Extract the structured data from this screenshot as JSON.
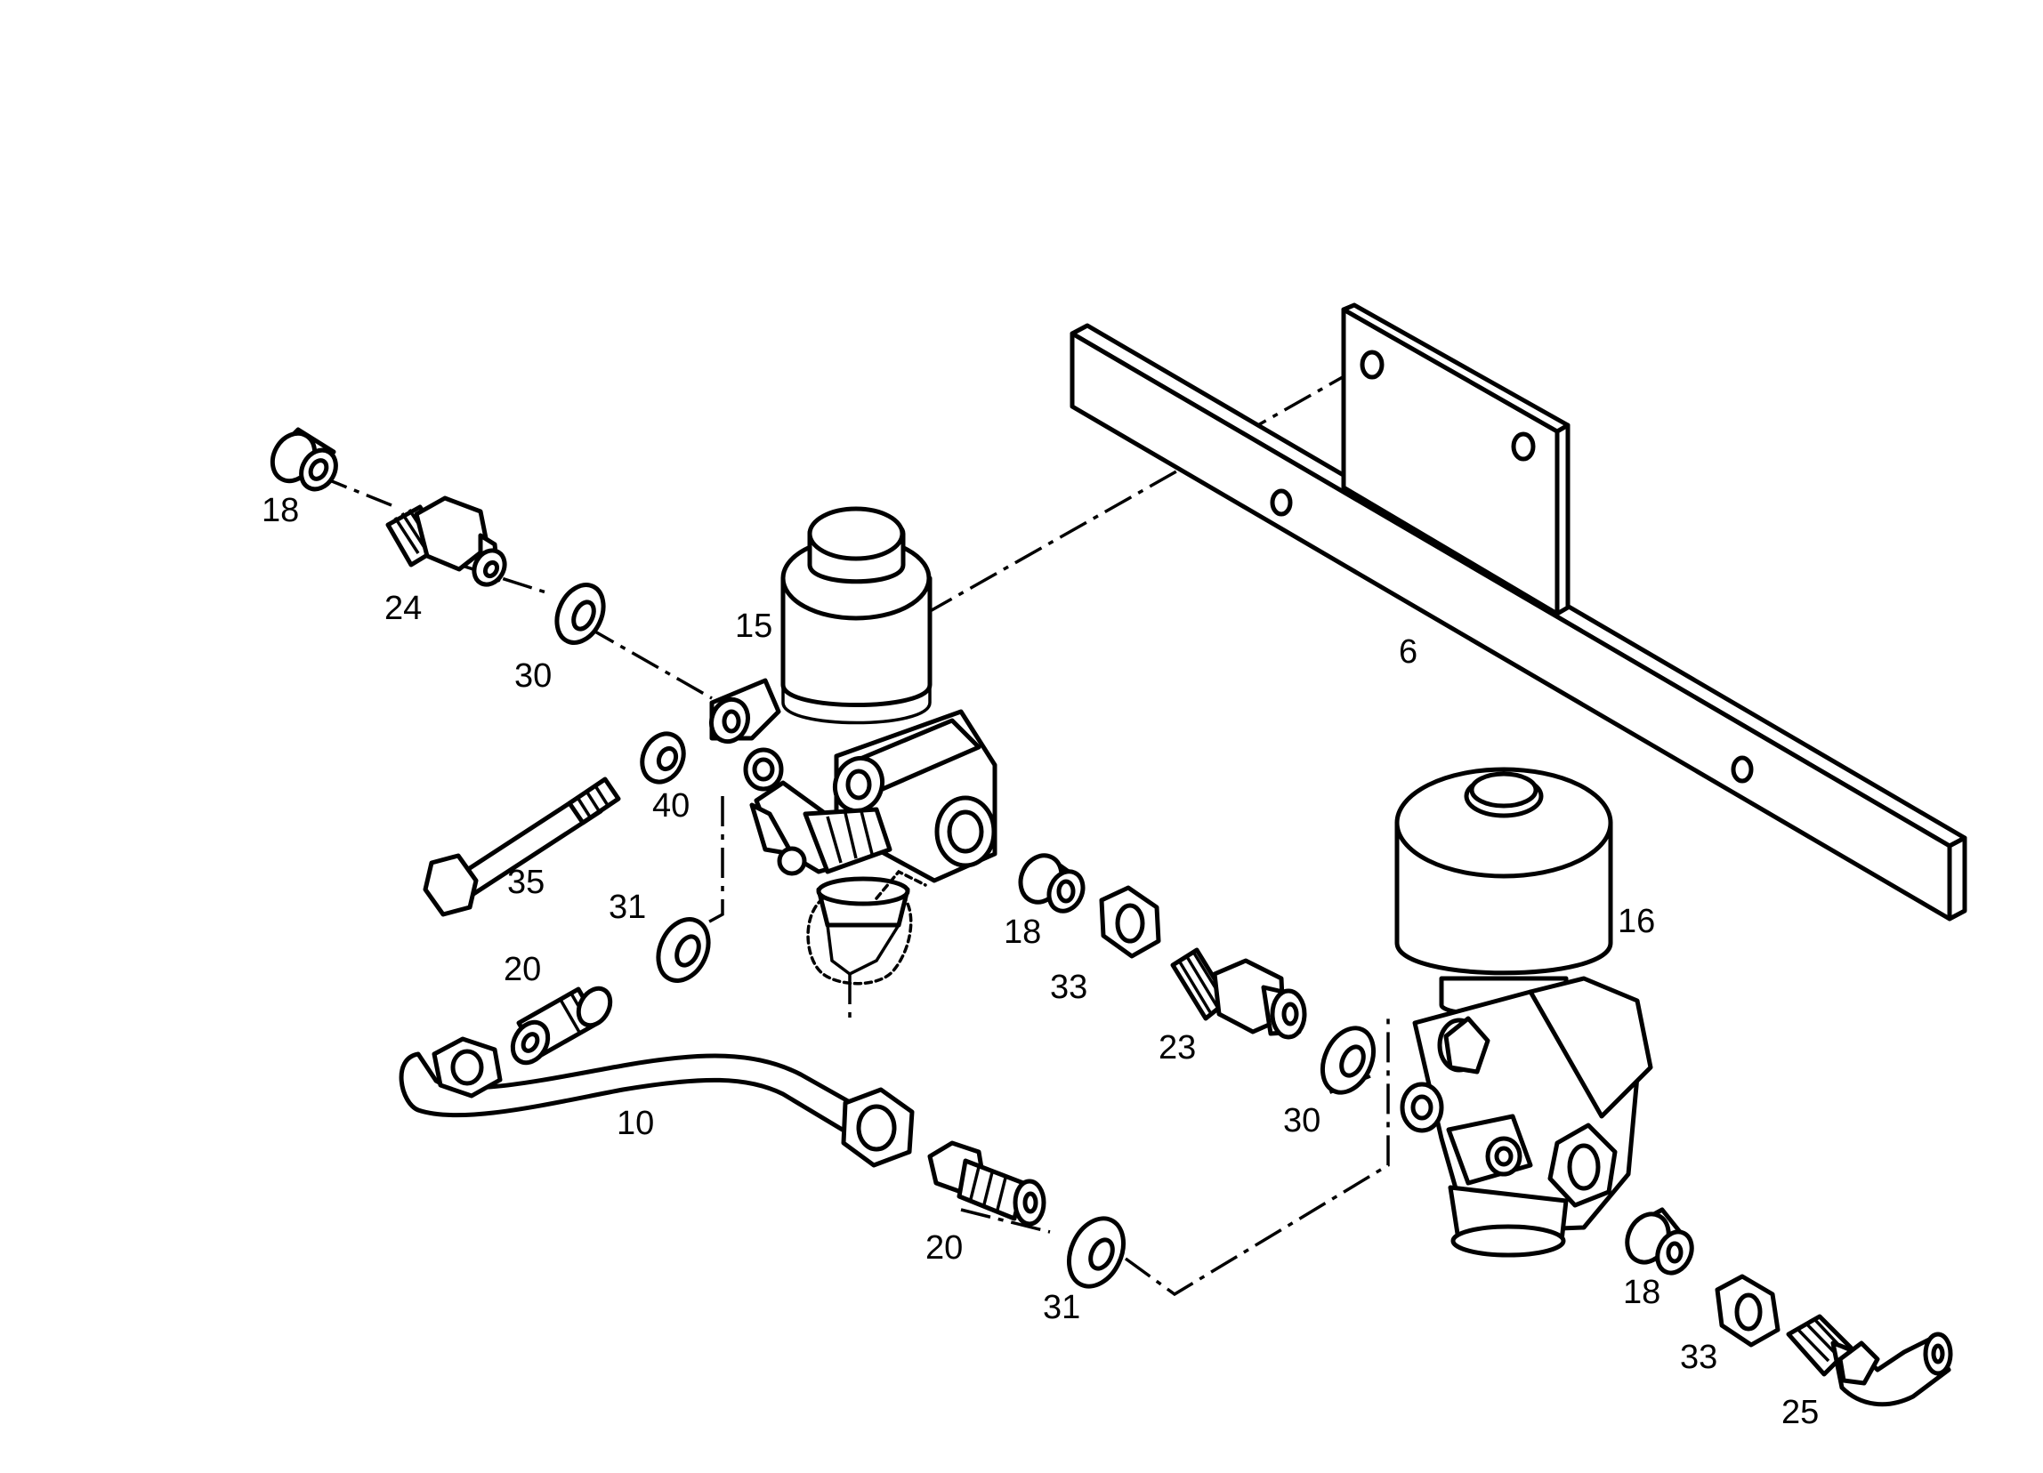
{
  "diagram": {
    "callouts": {
      "c6": "6",
      "c10": "10",
      "c15": "15",
      "c16": "16",
      "c18a": "18",
      "c18b": "18",
      "c18c": "18",
      "c20a": "20",
      "c20b": "20",
      "c23": "23",
      "c24": "24",
      "c25": "25",
      "c30a": "30",
      "c30b": "30",
      "c31a": "31",
      "c31b": "31",
      "c33a": "33",
      "c33b": "33",
      "c35": "35",
      "c40": "40"
    }
  }
}
